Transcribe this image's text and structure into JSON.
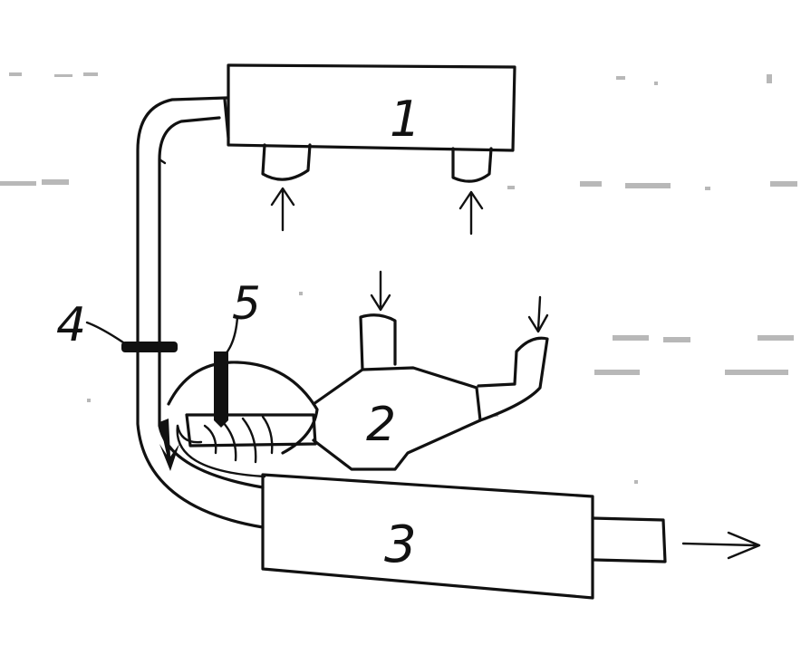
{
  "labels": {
    "component_1": "1",
    "component_2": "2",
    "component_3": "3",
    "component_4": "4",
    "component_5": "5"
  },
  "colors": {
    "ink": "#111111",
    "background": "#ffffff",
    "scan_noise": "#b8b8b8"
  }
}
